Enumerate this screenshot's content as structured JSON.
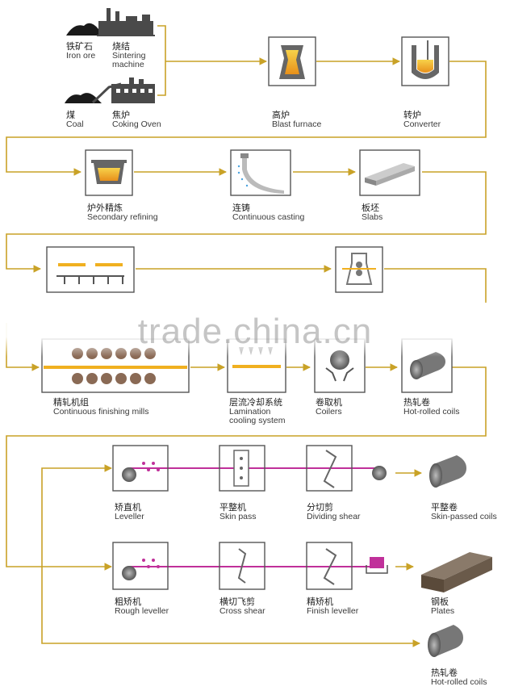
{
  "watermark": "trade.china.cn",
  "colors": {
    "flow": "#c9a227",
    "strip": "#c0309a",
    "box_border": "#555555",
    "hot": "#f0b020"
  },
  "nodes": {
    "iron_ore": {
      "zh": "铁矿石",
      "en": "Iron ore"
    },
    "sintering": {
      "zh": "烧结",
      "en": "Sintering",
      "en2": "machine"
    },
    "coal": {
      "zh": "煤",
      "en": "Coal"
    },
    "coking": {
      "zh": "焦炉",
      "en": "Coking Oven"
    },
    "blast": {
      "zh": "高炉",
      "en": "Blast furnace"
    },
    "converter": {
      "zh": "转炉",
      "en": "Converter"
    },
    "secondary": {
      "zh": "炉外精炼",
      "en": "Secondary refining"
    },
    "casting": {
      "zh": "连铸",
      "en": "Continuous casting"
    },
    "slabs": {
      "zh": "板坯",
      "en": "Slabs"
    },
    "finishing": {
      "zh": "精轧机组",
      "en": "Continuous finishing mills"
    },
    "cooling": {
      "zh": "层流冷却系统",
      "en": "Lamination",
      "en2": "cooling system"
    },
    "coilers": {
      "zh": "卷取机",
      "en": "Coilers"
    },
    "hot_coils": {
      "zh": "热轧卷",
      "en": "Hot-rolled coils"
    },
    "leveller": {
      "zh": "矫直机",
      "en": "Leveller"
    },
    "skin_pass": {
      "zh": "平整机",
      "en": "Skin pass"
    },
    "dividing": {
      "zh": "分切剪",
      "en": "Dividing shear"
    },
    "skin_coils": {
      "zh": "平整卷",
      "en": "Skin-passed coils"
    },
    "rough": {
      "zh": "粗矫机",
      "en": "Rough leveller"
    },
    "cross": {
      "zh": "横切飞剪",
      "en": "Cross shear"
    },
    "finish_lev": {
      "zh": "精矫机",
      "en": "Finish leveller"
    },
    "plates": {
      "zh": "钢板",
      "en": "Plates"
    },
    "hot_coils2": {
      "zh": "热轧卷",
      "en": "Hot-rolled coils"
    }
  }
}
